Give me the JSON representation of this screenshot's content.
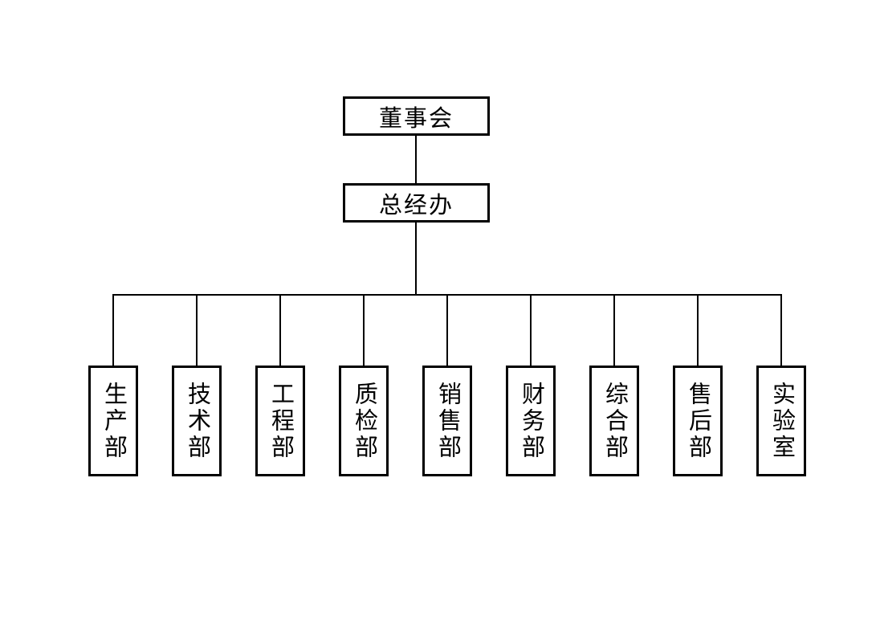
{
  "chart": {
    "title": "organization-chart",
    "root": {
      "label": "董事会"
    },
    "mid": {
      "label": "总经办"
    },
    "departments": [
      {
        "label": "生产部"
      },
      {
        "label": "技术部"
      },
      {
        "label": "工程部"
      },
      {
        "label": "质检部"
      },
      {
        "label": "销售部"
      },
      {
        "label": "财务部"
      },
      {
        "label": "综合部"
      },
      {
        "label": "售后部"
      },
      {
        "label": "实验室"
      }
    ]
  },
  "colors": {
    "line": "#000000",
    "text": "#000000",
    "background": "#ffffff"
  }
}
